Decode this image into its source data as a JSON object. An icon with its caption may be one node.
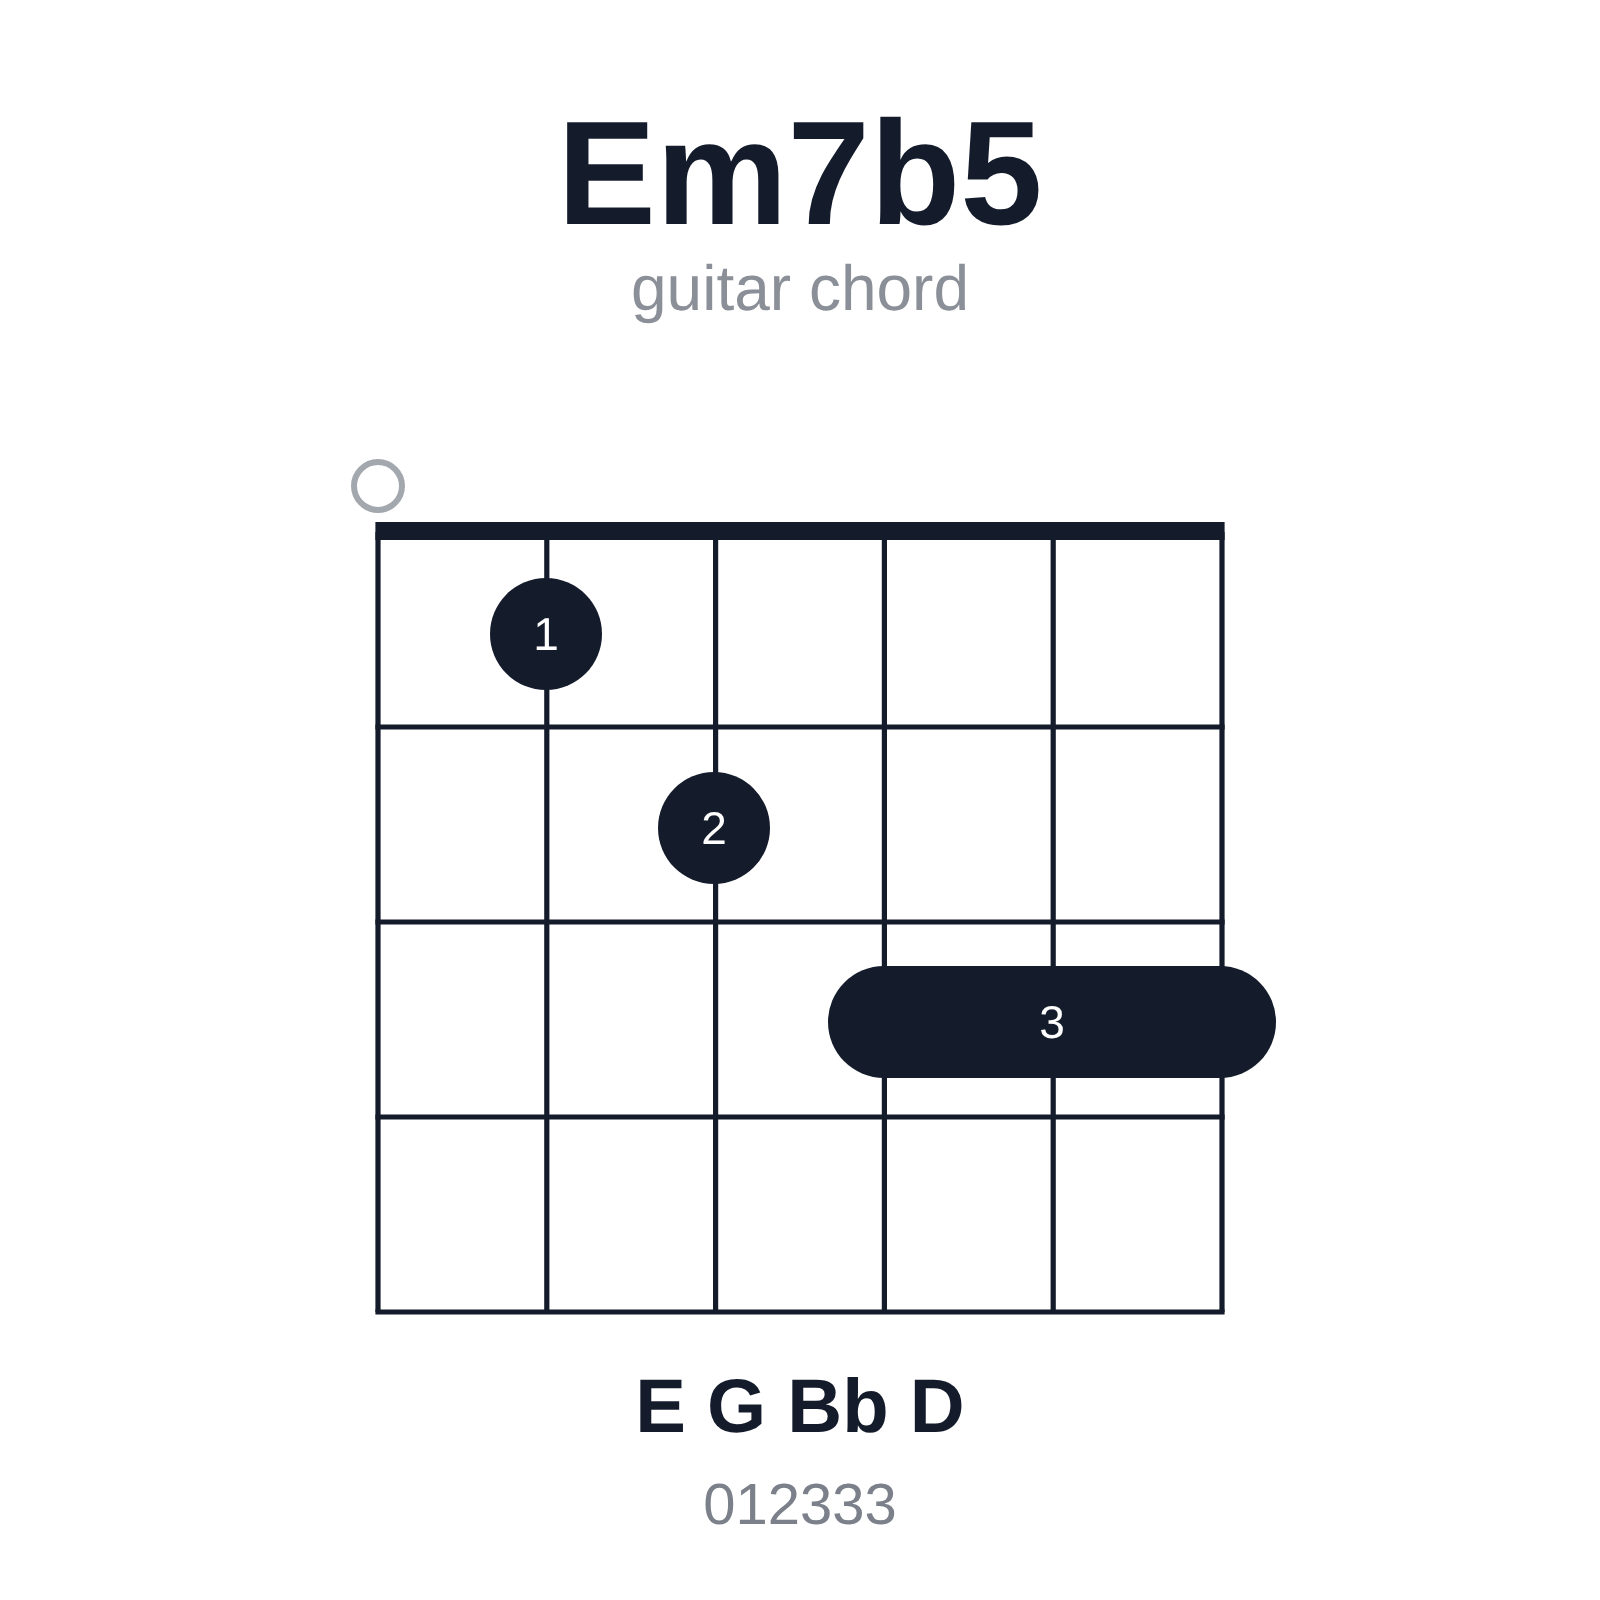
{
  "diagram": {
    "title": "Em7b5",
    "nodes": [
      {
        "text": [],
        "shape": "circle"
      },
      {
        "text": [
          "1"
        ]
      },
      {
        "text": [
          "2"
        ]
      },
      {
        "text": [
          "3"
        ]
      }
    ],
    "edges": [],
    "labels": [
      "guitar chord",
      "E G Bb D",
      "012333"
    ]
  }
}
